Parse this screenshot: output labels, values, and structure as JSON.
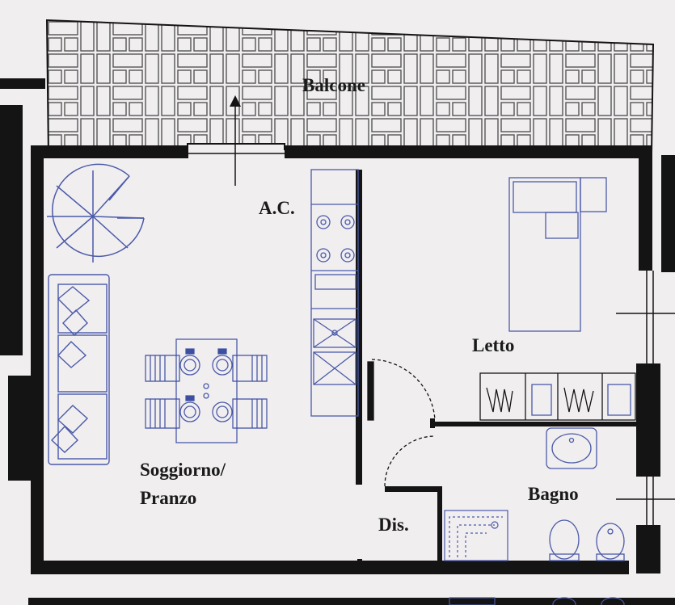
{
  "plan": {
    "rooms": {
      "balcone": "Balcone",
      "ac": "A.C.",
      "letto": "Letto",
      "soggiorno_line1": "Soggiorno/",
      "soggiorno_line2": "Pranzo",
      "bagno": "Bagno",
      "dis": "Dis."
    },
    "colors": {
      "wall": "#141414",
      "furniture": "#4a5aa8",
      "tile": "#555555",
      "paper": "#f1eef0",
      "chair": "#3d4fa0"
    },
    "icons": [
      "spiral-staircase-icon",
      "sofa-icon",
      "dining-table-icon",
      "stove-icon",
      "sink-icon",
      "bed-icon",
      "wardrobe-icon",
      "washbasin-icon",
      "shower-icon",
      "toilet-icon",
      "bidet-icon",
      "north-arrow-icon"
    ]
  }
}
